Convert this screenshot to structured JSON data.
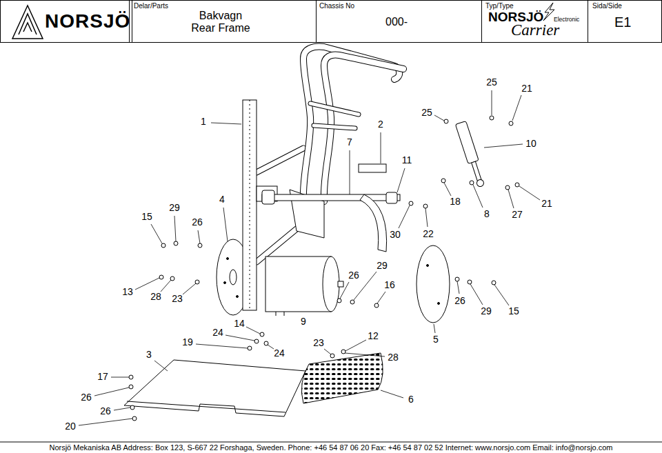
{
  "diagram": {
    "nodes": [
      {
        "text": [
          "NORSJÖ"
        ]
      },
      {
        "text": [
          "Delar/Parts",
          "Bakvagn Rear Frame"
        ]
      },
      {
        "text": [
          "Chassis No",
          "000-"
        ]
      },
      {
        "text": [
          "Typ/Type",
          "NORSJÖ",
          "Electronic",
          "Carrier"
        ]
      },
      {
        "text": [
          "Sida/Side",
          "E1"
        ]
      }
    ],
    "labels": [
      "25",
      "21",
      "25",
      "1",
      "2",
      "7",
      "10",
      "11",
      "4",
      "18",
      "21",
      "29",
      "8",
      "27",
      "15",
      "26",
      "22",
      "30",
      "29",
      "26",
      "16",
      "13",
      "28",
      "23",
      "26",
      "29",
      "15",
      "9",
      "14",
      "24",
      "12",
      "5",
      "19",
      "23",
      "24",
      "3",
      "28",
      "17",
      "26",
      "6",
      "26",
      "20",
      "Norsjö Mekaniska AB Address: Box 123, S-667 22 Forshaga, Sweden. Phone: +46 54 87 06 20 Fax: +46 54 87 02 52 Internet: www.norsjo.com Email: info@norsjo.com"
    ]
  }
}
